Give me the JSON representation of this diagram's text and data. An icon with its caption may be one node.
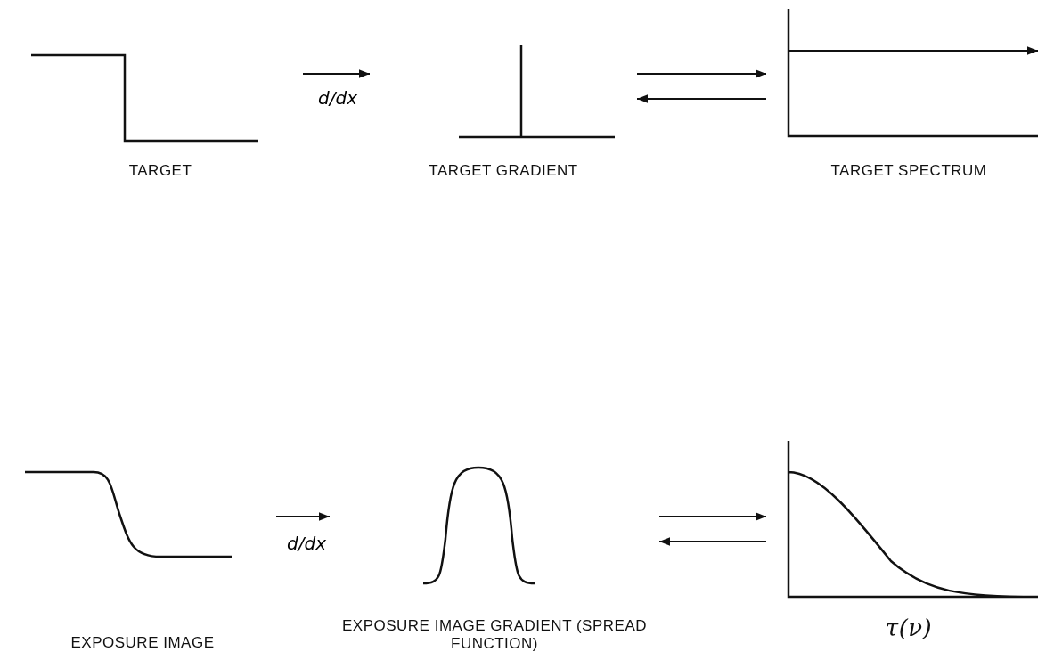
{
  "diagram": {
    "nodes": [
      {
        "text": [
          "TARGET"
        ]
      },
      {
        "text": [
          "TARGET GRADIENT"
        ]
      },
      {
        "text": [
          "TARGET SPECTRUM"
        ]
      },
      {
        "text": [
          "EXPOSURE IMAGE"
        ]
      },
      {
        "text": [
          "EXPOSURE IMAGE GRADIENT (SPREAD FUNCTION)"
        ]
      },
      {
        "text": [
          "τ(ν)"
        ]
      }
    ],
    "edges": [
      {
        "from": 0,
        "to": 1,
        "arrow": "to",
        "label": "d/dx"
      },
      {
        "from": 1,
        "to": 2,
        "arrow": "to"
      },
      {
        "from": 2,
        "to": 1,
        "arrow": "to"
      },
      {
        "from": 3,
        "to": 4,
        "arrow": "to",
        "label": "d/dx"
      },
      {
        "from": 4,
        "to": 5,
        "arrow": "to"
      },
      {
        "from": 5,
        "to": 4,
        "arrow": "to"
      }
    ]
  }
}
